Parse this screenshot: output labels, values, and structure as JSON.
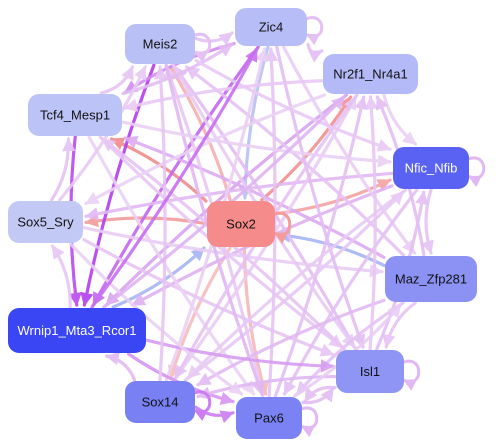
{
  "nodes": [
    {
      "id": "zic4",
      "label": "Zic4",
      "fill": "#b7bdf7",
      "text": "#111111"
    },
    {
      "id": "meis2",
      "label": "Meis2",
      "fill": "#b9c0f6",
      "text": "#111111"
    },
    {
      "id": "nr2f1",
      "label": "Nr2f1_Nr4a1",
      "fill": "#b3baf7",
      "text": "#111111"
    },
    {
      "id": "tcf4",
      "label": "Tcf4_Mesp1",
      "fill": "#bcc3f6",
      "text": "#111111"
    },
    {
      "id": "nfic",
      "label": "Nfic_Nfib",
      "fill": "#5a62f3",
      "text": "#ffffff"
    },
    {
      "id": "sox5",
      "label": "Sox5_Sry",
      "fill": "#c3c9f5",
      "text": "#111111"
    },
    {
      "id": "sox2",
      "label": "Sox2",
      "fill": "#f58b8b",
      "text": "#111111"
    },
    {
      "id": "maz",
      "label": "Maz_Zfp281",
      "fill": "#8b92f4",
      "text": "#111111"
    },
    {
      "id": "wrnip1",
      "label": "Wrnip1_Mta3_Rcor1",
      "fill": "#3a46f3",
      "text": "#ffffff"
    },
    {
      "id": "isl1",
      "label": "Isl1",
      "fill": "#8e95f4",
      "text": "#111111"
    },
    {
      "id": "sox14",
      "label": "Sox14",
      "fill": "#7880f4",
      "text": "#111111"
    },
    {
      "id": "pax6",
      "label": "Pax6",
      "fill": "#7a82f4",
      "text": "#111111"
    }
  ],
  "edges": [
    {
      "from": "sox2",
      "to": "tcf4",
      "color": "#f08a8a"
    },
    {
      "from": "sox2",
      "to": "sox5",
      "color": "#f29c9c"
    },
    {
      "from": "sox2",
      "to": "nr2f1",
      "color": "#f29090"
    },
    {
      "from": "sox2",
      "to": "nfic",
      "color": "#f5a3a3"
    },
    {
      "from": "sox2",
      "to": "meis2",
      "color": "#f6b0b0"
    },
    {
      "from": "sox2",
      "to": "pax6",
      "color": "#f7b7b7"
    },
    {
      "from": "sox2",
      "to": "sox14",
      "color": "#f7bcbc"
    },
    {
      "from": "maz",
      "to": "sox2",
      "color": "#a6b4f3"
    },
    {
      "from": "wrnip1",
      "to": "sox2",
      "color": "#a6b4f3"
    },
    {
      "from": "zic4",
      "to": "sox2",
      "color": "#b6c2f2"
    },
    {
      "from": "meis2",
      "to": "wrnip1",
      "color": "#b43ef0"
    },
    {
      "from": "zic4",
      "to": "wrnip1",
      "color": "#c467f0"
    },
    {
      "from": "zic4",
      "to": "tcf4",
      "color": "#d28cf0"
    },
    {
      "from": "nr2f1",
      "to": "wrnip1",
      "color": "#d9a2f1"
    },
    {
      "from": "tcf4",
      "to": "wrnip1",
      "color": "#b94af0"
    },
    {
      "from": "maz",
      "to": "tcf4",
      "color": "#ddaaf2"
    },
    {
      "from": "nfic",
      "to": "sox5",
      "color": "#e2b8f3"
    },
    {
      "from": "nfic",
      "to": "wrnip1",
      "color": "#dfb1f2"
    },
    {
      "from": "maz",
      "to": "meis2",
      "color": "#e5c1f4"
    },
    {
      "from": "isl1",
      "to": "meis2",
      "color": "#e3bcf3"
    },
    {
      "from": "isl1",
      "to": "tcf4",
      "color": "#e6c3f4"
    },
    {
      "from": "pax6",
      "to": "meis2",
      "color": "#e8c8f4"
    },
    {
      "from": "pax6",
      "to": "zic4",
      "color": "#e6c4f4"
    },
    {
      "from": "pax6",
      "to": "nr2f1",
      "color": "#e4bff3"
    },
    {
      "from": "sox14",
      "to": "nr2f1",
      "color": "#e9cbf5"
    },
    {
      "from": "sox14",
      "to": "zic4",
      "color": "#ead0f5"
    },
    {
      "from": "sox14",
      "to": "nfic",
      "color": "#e7c7f4"
    },
    {
      "from": "sox5",
      "to": "isl1",
      "color": "#e6c5f4"
    },
    {
      "from": "sox5",
      "to": "maz",
      "color": "#e9cdf5"
    },
    {
      "from": "tcf4",
      "to": "isl1",
      "color": "#e7c6f4"
    },
    {
      "from": "tcf4",
      "to": "pax6",
      "color": "#ebd1f5"
    },
    {
      "from": "meis2",
      "to": "pax6",
      "color": "#e0b6f3"
    },
    {
      "from": "meis2",
      "to": "isl1",
      "color": "#e8caf5"
    },
    {
      "from": "zic4",
      "to": "isl1",
      "color": "#e3bdf3"
    },
    {
      "from": "zic4",
      "to": "maz",
      "color": "#e9cdf5"
    },
    {
      "from": "nr2f1",
      "to": "sox14",
      "color": "#e5c2f4"
    },
    {
      "from": "nr2f1",
      "to": "tcf4",
      "color": "#e8c9f5"
    },
    {
      "from": "nr2f1",
      "to": "sox5",
      "color": "#ebd2f5"
    },
    {
      "from": "nfic",
      "to": "pax6",
      "color": "#e4c0f3"
    },
    {
      "from": "nfic",
      "to": "sox14",
      "color": "#e8caf5"
    },
    {
      "from": "maz",
      "to": "sox14",
      "color": "#e2baf3"
    },
    {
      "from": "maz",
      "to": "pax6",
      "color": "#e5c2f4"
    },
    {
      "from": "wrnip1",
      "to": "isl1",
      "color": "#d79cf1"
    },
    {
      "from": "wrnip1",
      "to": "pax6",
      "color": "#d894f1"
    },
    {
      "from": "isl1",
      "to": "sox14",
      "color": "#e1b8f3"
    },
    {
      "from": "sox14",
      "to": "pax6",
      "color": "#cd7df0"
    },
    {
      "from": "pax6",
      "to": "isl1",
      "color": "#e2bcf3"
    },
    {
      "from": "meis2",
      "to": "zic4",
      "color": "#e4c0f3"
    },
    {
      "from": "zic4",
      "to": "nr2f1",
      "color": "#e3bef3"
    },
    {
      "from": "nr2f1",
      "to": "nfic",
      "color": "#ead0f5"
    },
    {
      "from": "nfic",
      "to": "maz",
      "color": "#e5c3f4"
    },
    {
      "from": "maz",
      "to": "isl1",
      "color": "#e6c4f4"
    },
    {
      "from": "isl1",
      "to": "pax6",
      "color": "#e4bff3"
    },
    {
      "from": "sox14",
      "to": "wrnip1",
      "color": "#e2bbf3"
    },
    {
      "from": "wrnip1",
      "to": "sox5",
      "color": "#e7c7f4"
    },
    {
      "from": "sox5",
      "to": "tcf4",
      "color": "#e5c2f4"
    },
    {
      "from": "tcf4",
      "to": "meis2",
      "color": "#e6c4f4"
    },
    {
      "from": "tcf4",
      "to": "zic4",
      "color": "#e3bdf3"
    },
    {
      "from": "sox5",
      "to": "meis2",
      "color": "#e8caf5"
    },
    {
      "from": "sox5",
      "to": "pax6",
      "color": "#ead0f5"
    },
    {
      "from": "isl1",
      "to": "nfic",
      "color": "#e4bff3"
    },
    {
      "from": "isl1",
      "to": "nr2f1",
      "color": "#e7c6f4"
    },
    {
      "from": "pax6",
      "to": "maz",
      "color": "#e9cdf5"
    },
    {
      "from": "maz",
      "to": "nr2f1",
      "color": "#e3bdf3"
    },
    {
      "from": "meis2",
      "to": "nfic",
      "color": "#e8c9f5"
    },
    {
      "from": "tcf4",
      "to": "nfic",
      "color": "#ead0f5"
    },
    {
      "from": "sox14",
      "to": "meis2",
      "color": "#e6c5f4"
    },
    {
      "from": "wrnip1",
      "to": "zic4",
      "color": "#c86ff0"
    },
    {
      "from": "wrnip1",
      "to": "nr2f1",
      "color": "#e0b4f3"
    }
  ],
  "self_loops": [
    {
      "node": "sox2",
      "color": "#f29c9c",
      "side": "right"
    },
    {
      "node": "nfic",
      "color": "#e2b8f3",
      "side": "right"
    },
    {
      "node": "isl1",
      "color": "#e2b8f3",
      "side": "right"
    },
    {
      "node": "pax6",
      "color": "#e2b8f3",
      "side": "right"
    },
    {
      "node": "sox14",
      "color": "#cd7df0",
      "side": "right"
    },
    {
      "node": "zic4",
      "color": "#e4c0f3",
      "side": "right"
    },
    {
      "node": "meis2",
      "color": "#e4c0f3",
      "side": "right"
    }
  ]
}
